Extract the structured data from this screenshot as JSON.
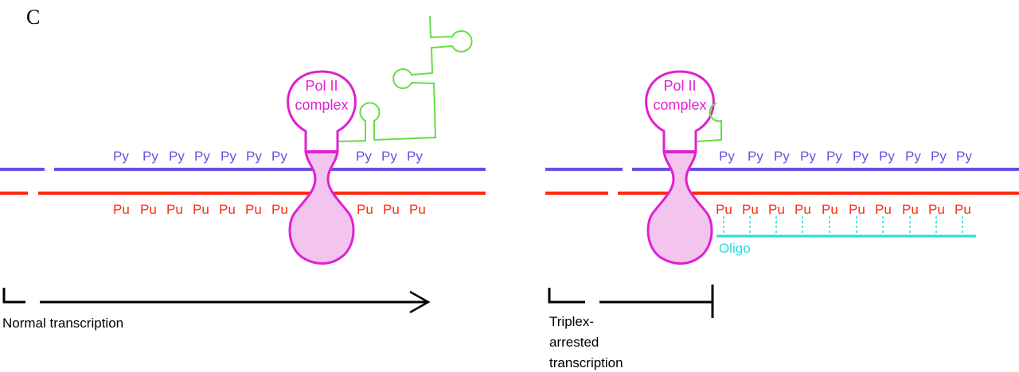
{
  "panel_label": "C",
  "left_panel": {
    "pol_label_line1": "Pol II",
    "pol_label_line2": "complex",
    "py_before": [
      "Py",
      "Py",
      "Py",
      "Py",
      "Py",
      "Py",
      "Py"
    ],
    "py_after": [
      "Py",
      "Py",
      "Py"
    ],
    "pu_before": [
      "Pu",
      "Pu",
      "Pu",
      "Pu",
      "Pu",
      "Pu",
      "Pu"
    ],
    "pu_after": [
      "Pu",
      "Pu",
      "Pu"
    ],
    "caption": "Normal transcription"
  },
  "right_panel": {
    "pol_label_line1": "Pol II",
    "pol_label_line2": "complex",
    "py_after": [
      "Py",
      "Py",
      "Py",
      "Py",
      "Py",
      "Py",
      "Py",
      "Py",
      "Py",
      "Py"
    ],
    "pu_after": [
      "Pu",
      "Pu",
      "Pu",
      "Pu",
      "Pu",
      "Pu",
      "Pu",
      "Pu",
      "Pu",
      "Pu"
    ],
    "oligo_label": "Oligo",
    "caption_lines": [
      "Triplex-",
      "arrested",
      "transcription"
    ]
  },
  "colors": {
    "pyrimidine_strand": "#6b4fe0",
    "purine_strand": "#ff2a10",
    "pol_outline": "#e020d0",
    "pol_fill": "#f2c4ee",
    "rna": "#66dd44",
    "oligo": "#22dddd"
  }
}
